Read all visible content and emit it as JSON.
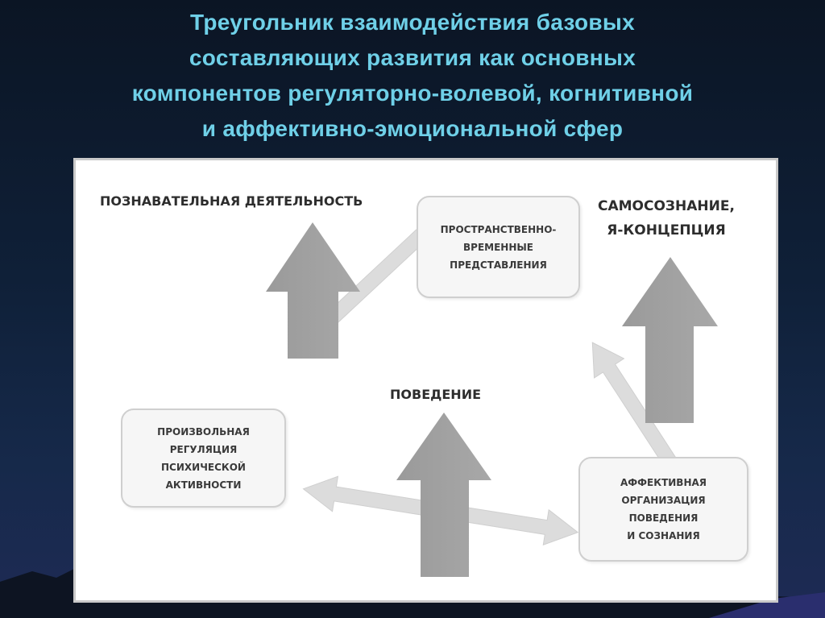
{
  "slide": {
    "title_lines": [
      "Треугольник взаимодействия базовых",
      "составляющих развития как основных",
      "компонентов регуляторно-волевой, когнитивной",
      "и аффективно-эмоциональной сфер"
    ]
  },
  "diagram": {
    "labels": {
      "cognitive": "ПОЗНАВАТЕЛЬНАЯ ДЕЯТЕЛЬНОСТЬ",
      "self_awareness": [
        "САМОСОЗНАНИЕ,",
        "Я-КОНЦЕПЦИЯ"
      ],
      "behavior": "ПОВЕДЕНИЕ"
    },
    "nodes": {
      "spatial": [
        "ПРОСТРАНСТВЕННО-",
        "ВРЕМЕННЫЕ",
        "ПРЕДСТАВЛЕНИЯ"
      ],
      "voluntary": [
        "ПРОИЗВОЛЬНАЯ",
        "РЕГУЛЯЦИЯ",
        "ПСИХИЧЕСКОЙ",
        "АКТИВНОСТИ"
      ],
      "affective": [
        "АФФЕКТИВНАЯ",
        "ОРГАНИЗАЦИЯ",
        "ПОВЕДЕНИЯ",
        "И СОЗНАНИЯ"
      ]
    },
    "colors": {
      "big_arrow": "#a0a0a0",
      "link_arrow": "#dcdcdc",
      "title": "#6fd0e8"
    }
  }
}
